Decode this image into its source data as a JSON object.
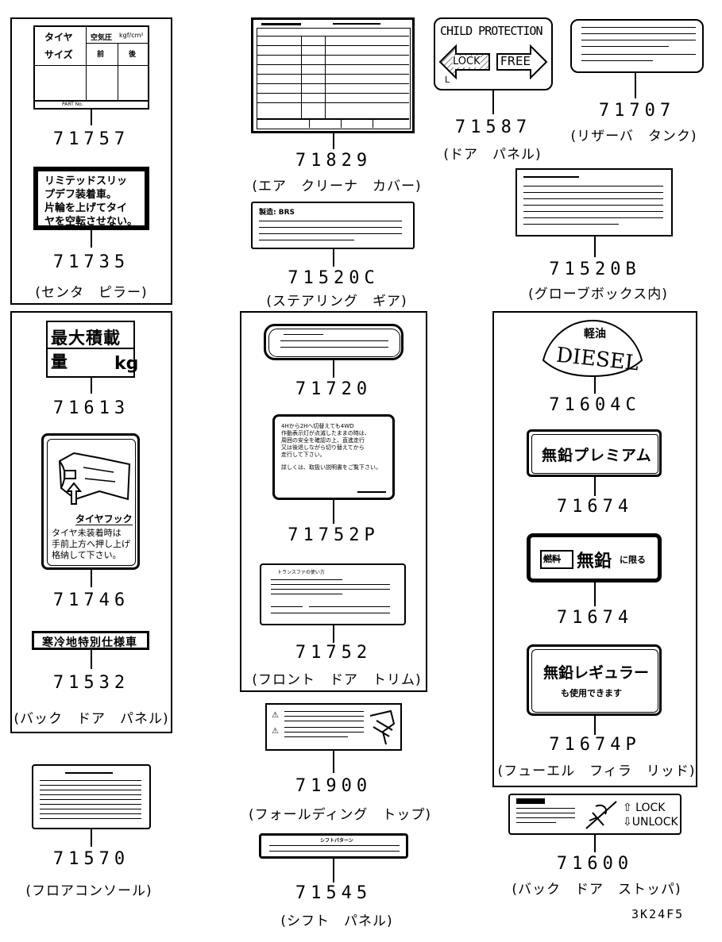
{
  "diagram_code": "3K24F5",
  "labels": {
    "l71757": {
      "number": "71757",
      "caption": "",
      "tire": "タイヤ",
      "size": "サイズ",
      "pressure": "空気圧",
      "unit": "kgf/cm²",
      "front": "前",
      "rear": "後",
      "part": "PART No."
    },
    "l71735": {
      "number": "71735",
      "caption": "(センタ　ピラー)",
      "text1": "リミテッドスリッ",
      "text2": "プデフ装着車。",
      "text3": "片輪を上げてタイ",
      "text4": "ヤを空転させない。"
    },
    "l71613": {
      "number": "71613",
      "caption": "",
      "title": "最大積載量",
      "unit": "kg"
    },
    "l71746": {
      "number": "71746",
      "caption": "",
      "name": "タイヤフック",
      "text1": "タイヤ未装着時は",
      "text2": "手前上方へ押し上げ",
      "text3": "格納して下さい。"
    },
    "l71532": {
      "number": "71532",
      "caption": "(バック　ドア　パネル)",
      "text": "寒冷地特別仕様車"
    },
    "l71570": {
      "number": "71570",
      "caption": "(フロアコンソール)"
    },
    "l71829": {
      "number": "71829",
      "caption": "(エア　クリーナ　カバー)"
    },
    "l71520C": {
      "number": "71520C",
      "caption": "(ステアリング　ギア)",
      "text": "製造: BRS"
    },
    "l71720": {
      "number": "71720",
      "caption": ""
    },
    "l71752P": {
      "number": "71752P",
      "caption": "",
      "text1": "4Hから2Hへ切替えても4WD",
      "text2": "作動表示灯が点滅したままの時は、",
      "text3": "周囲の安全を確認の上、直進走行",
      "text4": "又は後退しながら切り替えてから",
      "text5": "走行して下さい。",
      "text6": "詳しくは、取扱い説明書をご覧下さい。"
    },
    "l71752": {
      "number": "71752",
      "caption": "(フロント　ドア　トリム)",
      "title": "トランスファの使い方"
    },
    "l71900": {
      "number": "71900",
      "caption": "(フォールディング　トップ)"
    },
    "l71545": {
      "number": "71545",
      "caption": "(シフト　パネル)",
      "title": "シフトパターン"
    },
    "l71587": {
      "number": "71587",
      "caption": "(ドア　パネル)",
      "title": "CHILD PROTECTION",
      "lock": "LOCK",
      "free": "FREE",
      "l": "L"
    },
    "l71707": {
      "number": "71707",
      "caption": "(リザーバ　タンク)"
    },
    "l71520B": {
      "number": "71520B",
      "caption": "(グローブボックス内)"
    },
    "l71604C": {
      "number": "71604C",
      "caption": "",
      "fuel": "軽油",
      "diesel": "DIESEL"
    },
    "l71674a": {
      "number": "71674",
      "caption": "",
      "text": "無鉛プレミアム"
    },
    "l71674b": {
      "number": "71674",
      "caption": "",
      "badge": "燃料",
      "text": "無鉛",
      "suffix": "に限る"
    },
    "l71674P": {
      "number": "71674P",
      "caption": "(フューエル　フィラ　リッド)",
      "text1": "無鉛レギュラー",
      "text2": "も使用できます"
    },
    "l71600": {
      "number": "71600",
      "caption": "(バック　ドア　ストッパ)",
      "lock": "⇧ LOCK",
      "unlock": "⇩UNLOCK"
    }
  }
}
